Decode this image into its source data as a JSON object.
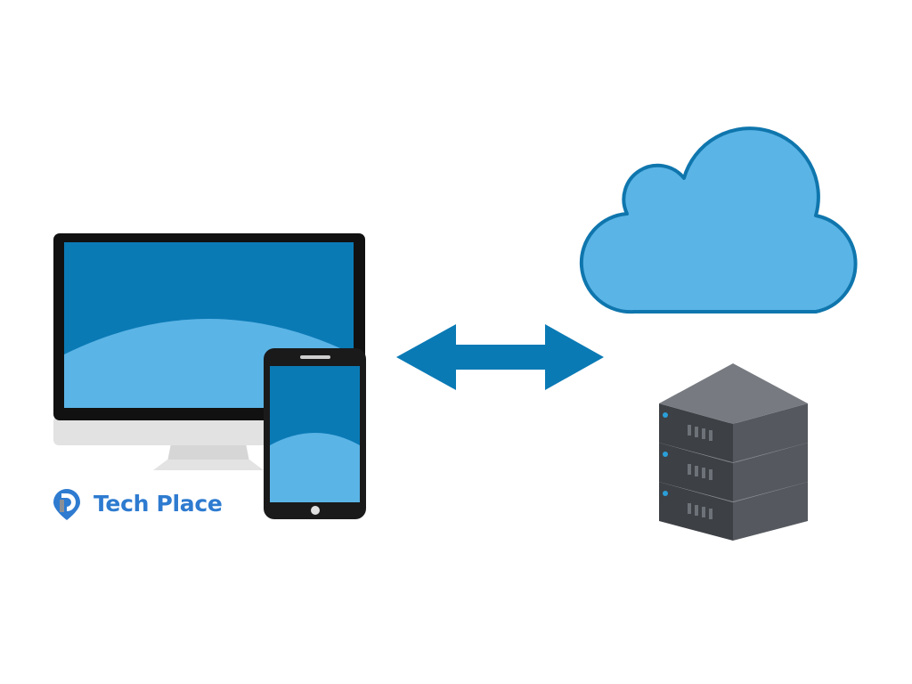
{
  "brand": {
    "name": "Tech Place"
  },
  "elements": {
    "client_devices": [
      "desktop-monitor",
      "smartphone"
    ],
    "connector": "bidirectional-arrow",
    "remote_resources": [
      "cloud",
      "server-stack"
    ]
  },
  "colors": {
    "background": "#ffffff",
    "accent_blue": "#0a7ab5",
    "light_blue": "#5bb4e6",
    "cloud_fill": "#5bb4e6",
    "cloud_stroke": "#0f76ad",
    "server_gray": "#6a6e74",
    "device_black": "#111111",
    "brand_blue": "#2e7bd0",
    "brand_gray": "#8a8f96"
  }
}
